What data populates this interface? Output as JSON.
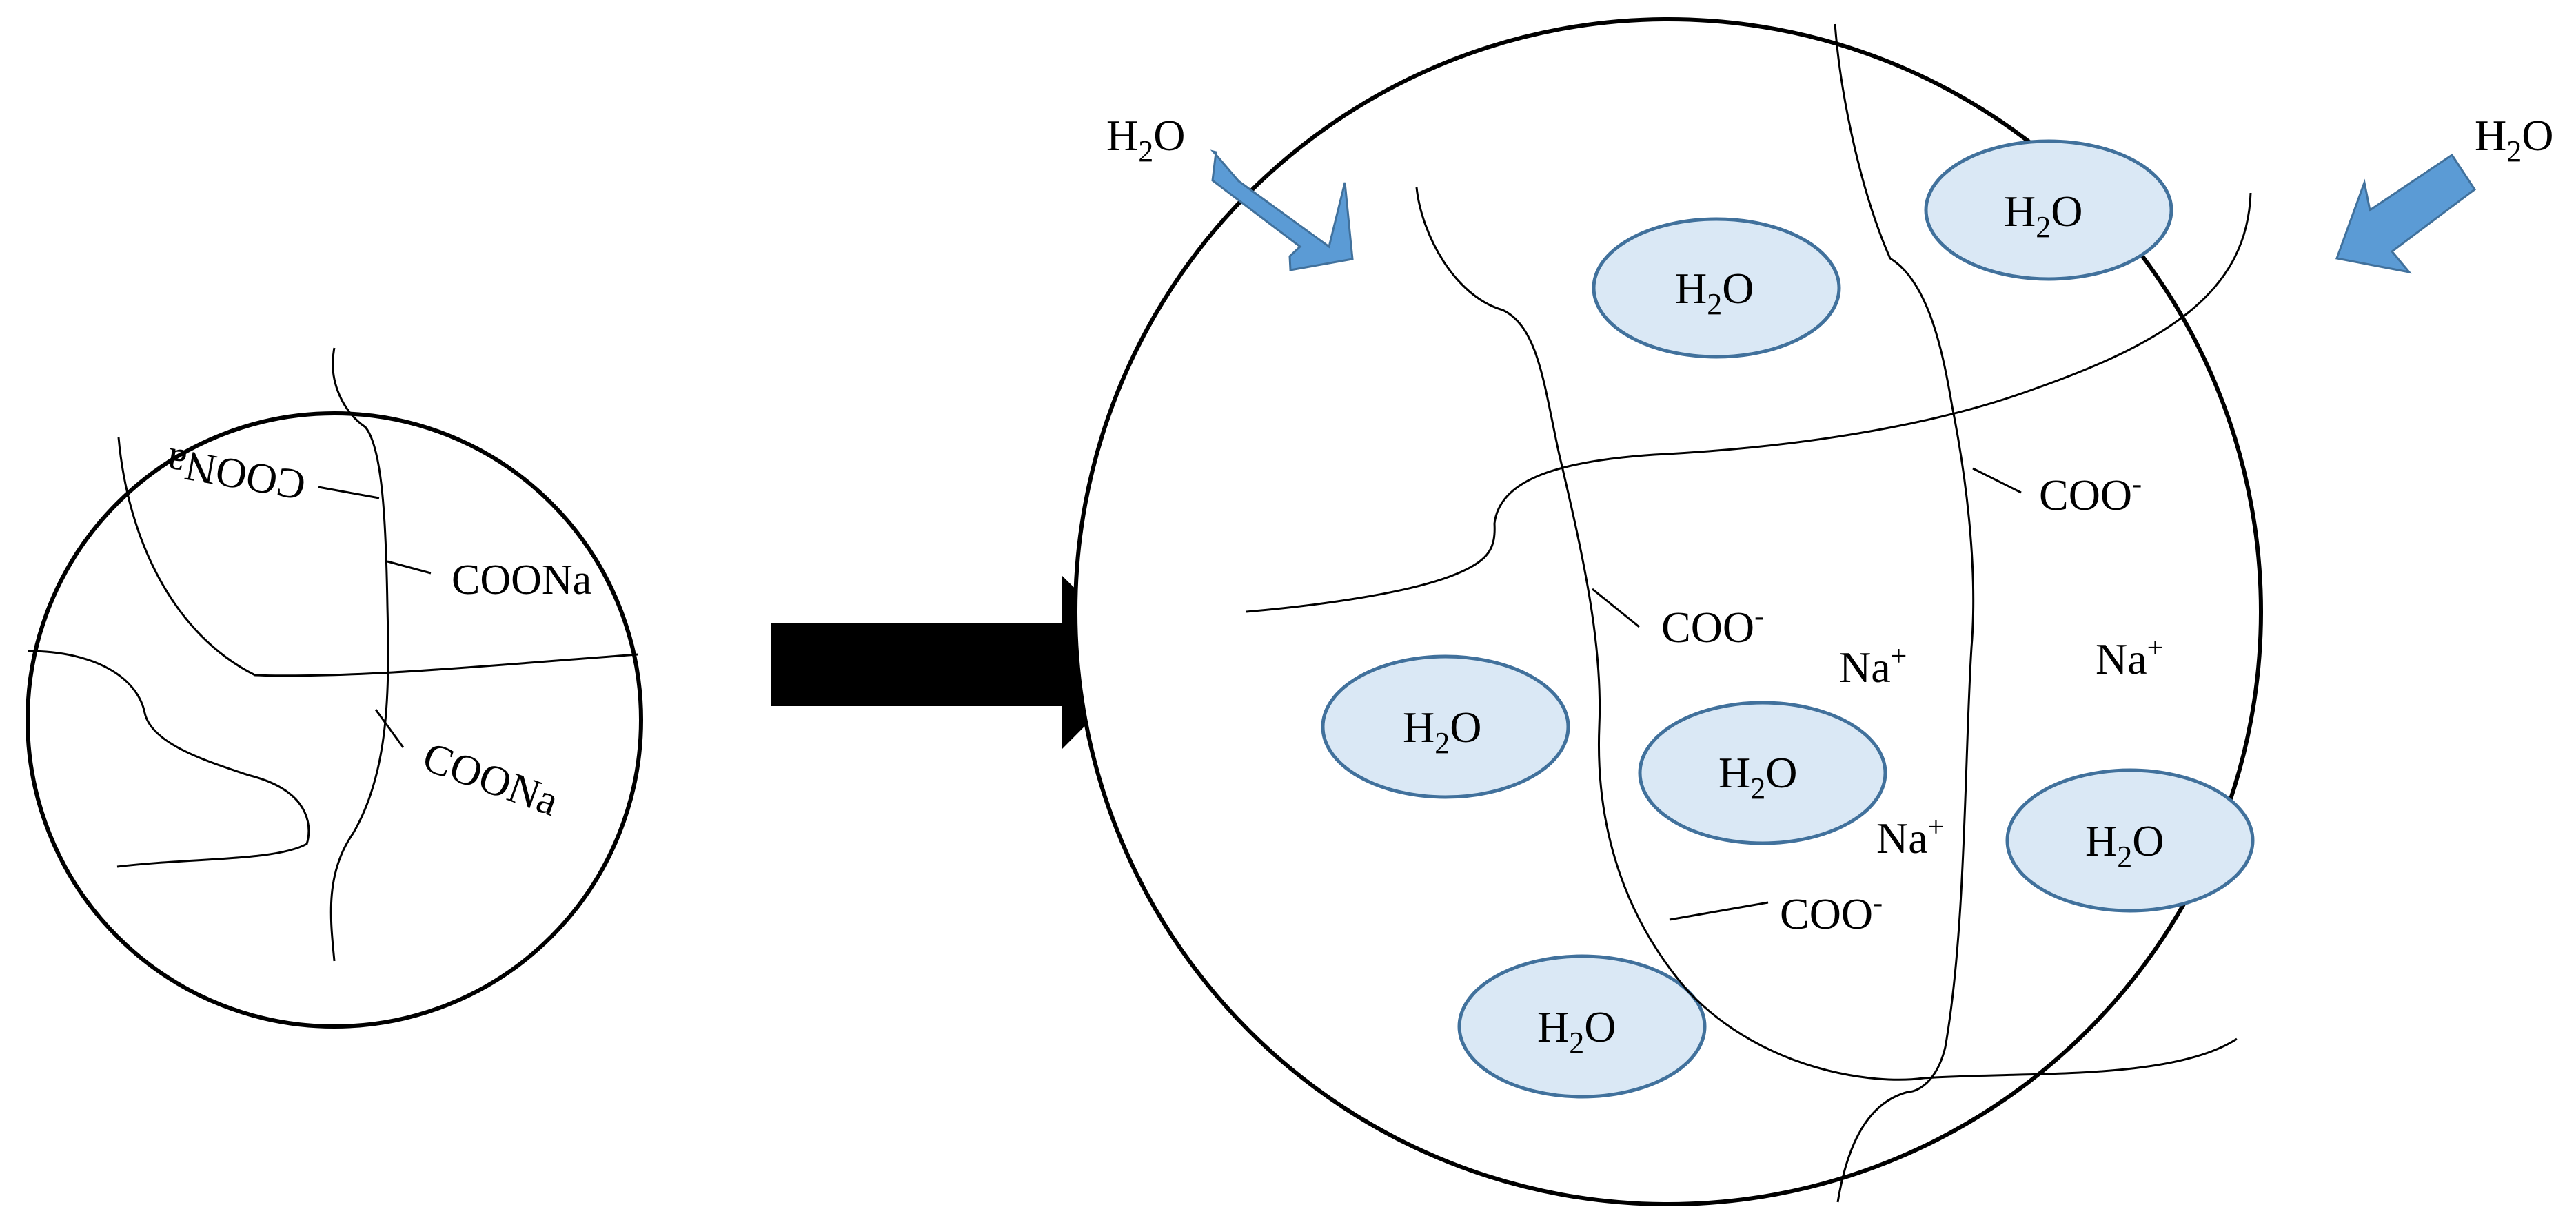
{
  "colors": {
    "water_fill": "#dae8f5",
    "water_stroke": "#41719c",
    "inflow_arrow": "#5b9bd5",
    "transform_arrow": "#000000"
  },
  "icons": {
    "transform_arrow": "right-arrow-icon",
    "inflow_arrow": "diagonal-arrow-icon"
  },
  "dry_particle": {
    "labels": [
      "COONa",
      "COONa",
      "COONa"
    ]
  },
  "swollen_particle": {
    "water_main": "H",
    "water_sub": "2",
    "water_tail": "O",
    "carboxylate_main": "COO",
    "carboxylate_sup": "-",
    "sodium_main": "Na",
    "sodium_sup": "+"
  },
  "outside_water": {
    "main": "H",
    "sub": "2",
    "tail": "O"
  }
}
